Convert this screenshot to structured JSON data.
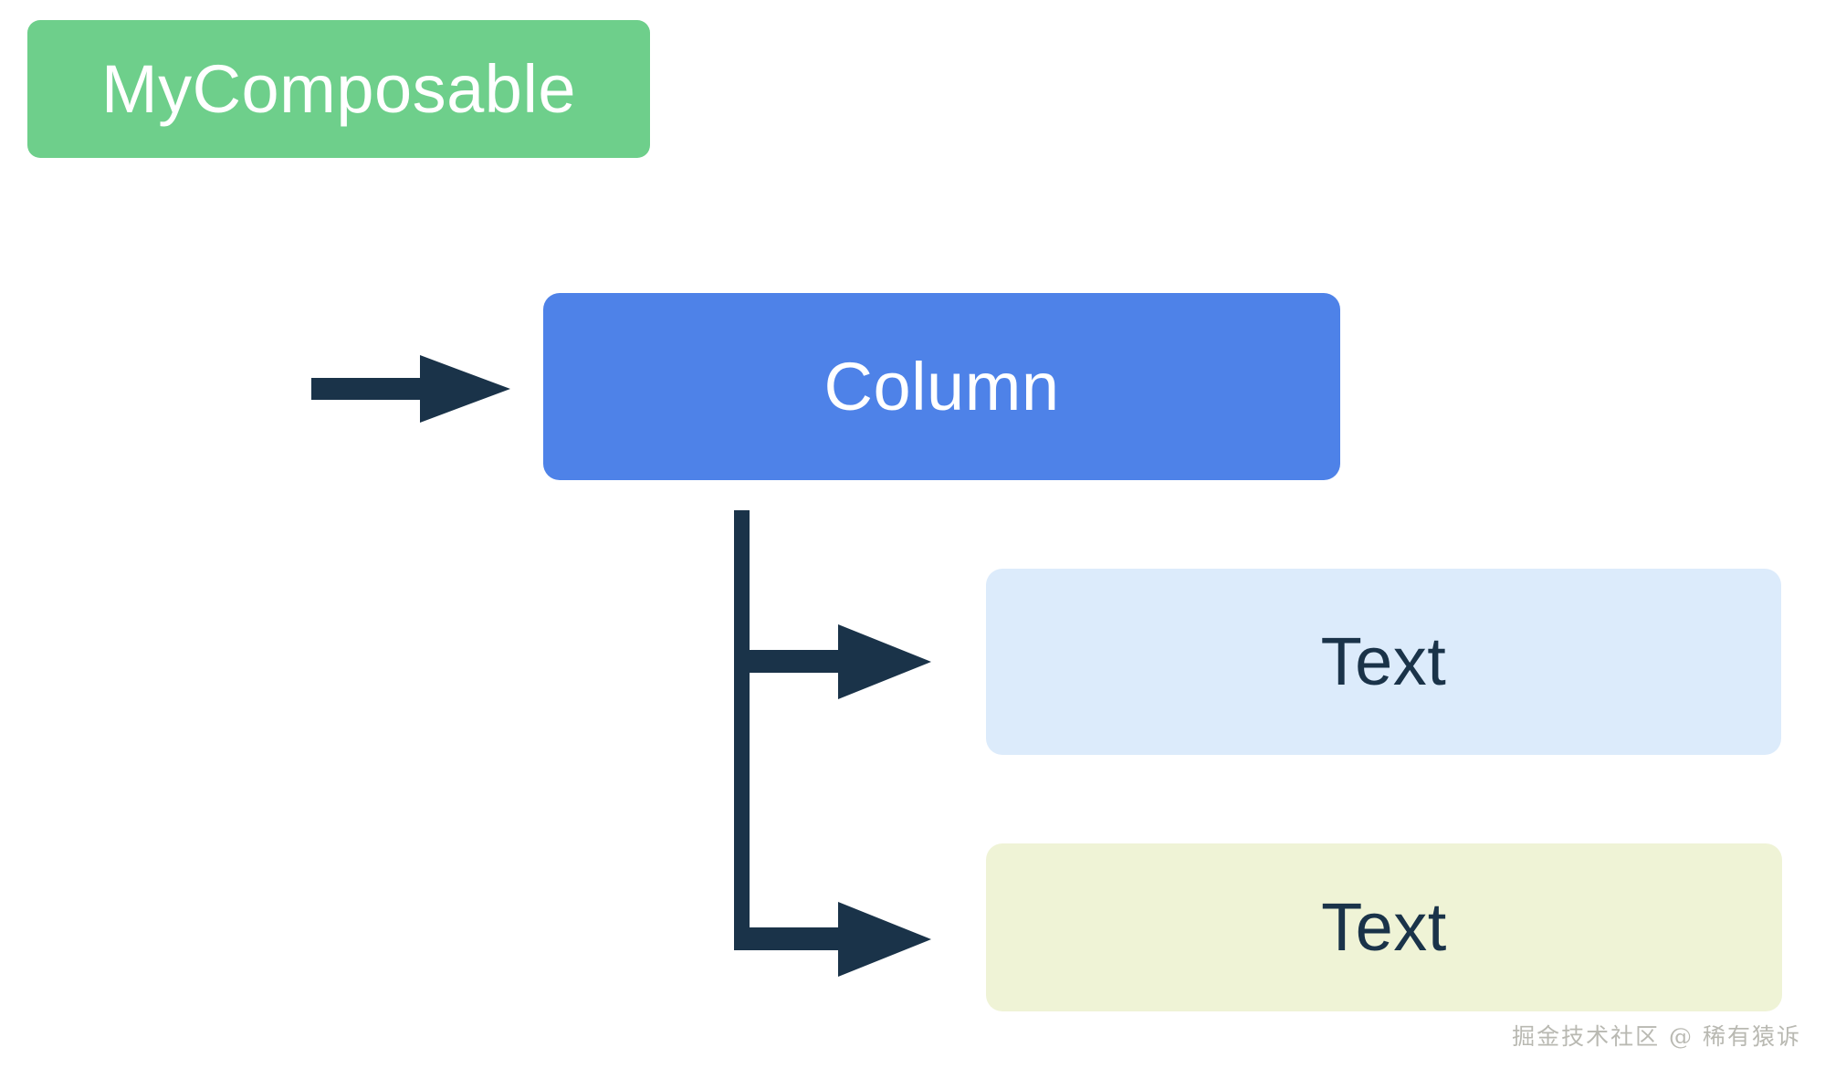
{
  "diagram": {
    "title": "Compose UI tree: MyComposable > Column > Text, Text",
    "background": "#ffffff",
    "nodes": [
      {
        "id": "root",
        "label": "MyComposable",
        "fill": "#6ECF8B",
        "text_color": "#ffffff",
        "role": "composable-function"
      },
      {
        "id": "column",
        "label": "Column",
        "fill": "#4E82E8",
        "text_color": "#ffffff",
        "role": "layout-composable"
      },
      {
        "id": "text1",
        "label": "Text",
        "fill": "#DCEBFB",
        "text_color": "#1A3349",
        "role": "leaf-composable"
      },
      {
        "id": "text2",
        "label": "Text",
        "fill": "#EFF3D6",
        "text_color": "#1A3349",
        "role": "leaf-composable"
      }
    ],
    "edges": [
      {
        "id": "edge-root-column",
        "from": "root",
        "to": "column",
        "style": "elbow-arrow",
        "color": "#1A3349"
      },
      {
        "id": "edge-column-text1",
        "from": "column",
        "to": "text1",
        "style": "elbow-arrow",
        "color": "#1A3349"
      },
      {
        "id": "edge-column-text2",
        "from": "column",
        "to": "text2",
        "style": "elbow-arrow",
        "color": "#1A3349"
      }
    ]
  },
  "watermark": {
    "text": "掘金技术社区 @ 稀有猿诉",
    "color": "#b9b9b2"
  }
}
